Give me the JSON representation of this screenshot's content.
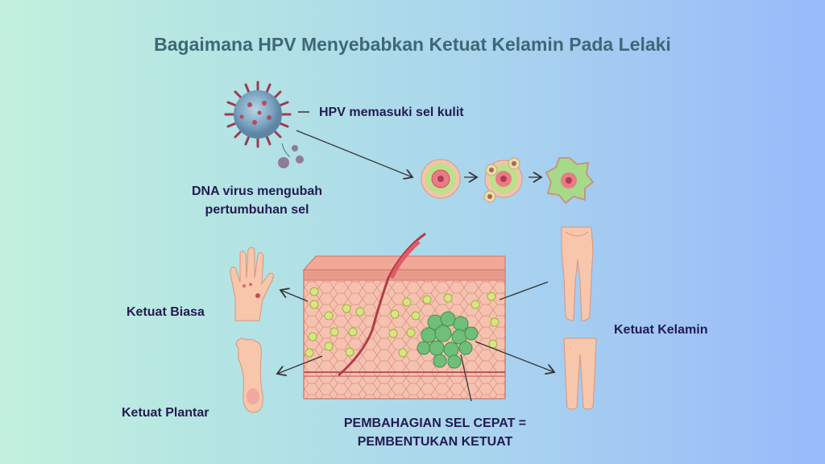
{
  "title": "Bagaimana HPV Menyebabkan Ketuat Kelamin Pada Lelaki",
  "labels": {
    "virus_enter": "HPV memasuki sel kulit",
    "dna_line1": "DNA virus mengubah",
    "dna_line2": "pertumbuhan sel",
    "common_wart": "Ketuat Biasa",
    "plantar_wart": "Ketuat Plantar",
    "genital_wart": "Ketuat Kelamin",
    "rapid_line1": "PEMBAHAGIAN SEL CEPAT =",
    "rapid_line2": "PEMBENTUKAN KETUAT"
  },
  "colors": {
    "title": "#3f6777",
    "label": "#241a52",
    "skin": "#f3b5a2",
    "wart": "#5fb56f",
    "virus_spike": "#9e3a52"
  },
  "illustrations": [
    "hpv-virus",
    "cell-stage-1",
    "cell-stage-2",
    "cell-stage-3",
    "skin-cross-section",
    "hand",
    "foot",
    "male-lower-body",
    "legs"
  ]
}
